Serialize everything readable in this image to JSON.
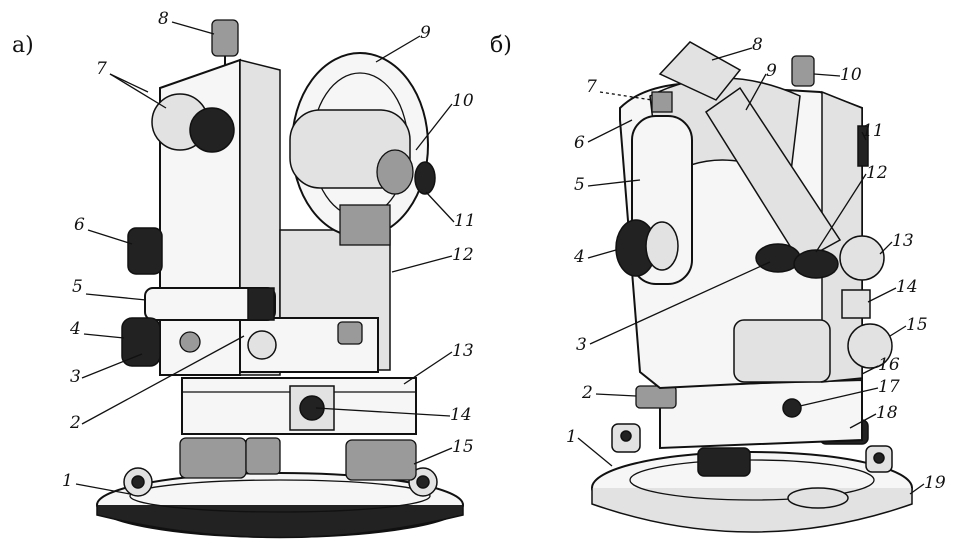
{
  "panels": [
    {
      "id": "a",
      "label": "а)",
      "callouts": [
        {
          "text": "8"
        },
        {
          "text": "9"
        },
        {
          "text": "7"
        },
        {
          "text": "10"
        },
        {
          "text": "11"
        },
        {
          "text": "6"
        },
        {
          "text": "12"
        },
        {
          "text": "5"
        },
        {
          "text": "4"
        },
        {
          "text": "3"
        },
        {
          "text": "13"
        },
        {
          "text": "2"
        },
        {
          "text": "14"
        },
        {
          "text": "15"
        },
        {
          "text": "1"
        }
      ]
    },
    {
      "id": "b",
      "label": "б)",
      "callouts": [
        {
          "text": "8"
        },
        {
          "text": "7"
        },
        {
          "text": "9"
        },
        {
          "text": "10"
        },
        {
          "text": "6"
        },
        {
          "text": "11"
        },
        {
          "text": "5"
        },
        {
          "text": "12"
        },
        {
          "text": "13"
        },
        {
          "text": "4"
        },
        {
          "text": "14"
        },
        {
          "text": "15"
        },
        {
          "text": "3"
        },
        {
          "text": "16"
        },
        {
          "text": "2"
        },
        {
          "text": "17"
        },
        {
          "text": "18"
        },
        {
          "text": "1"
        },
        {
          "text": "19"
        }
      ]
    }
  ],
  "colors": {
    "ink": "#111111",
    "background": "#ffffff"
  }
}
